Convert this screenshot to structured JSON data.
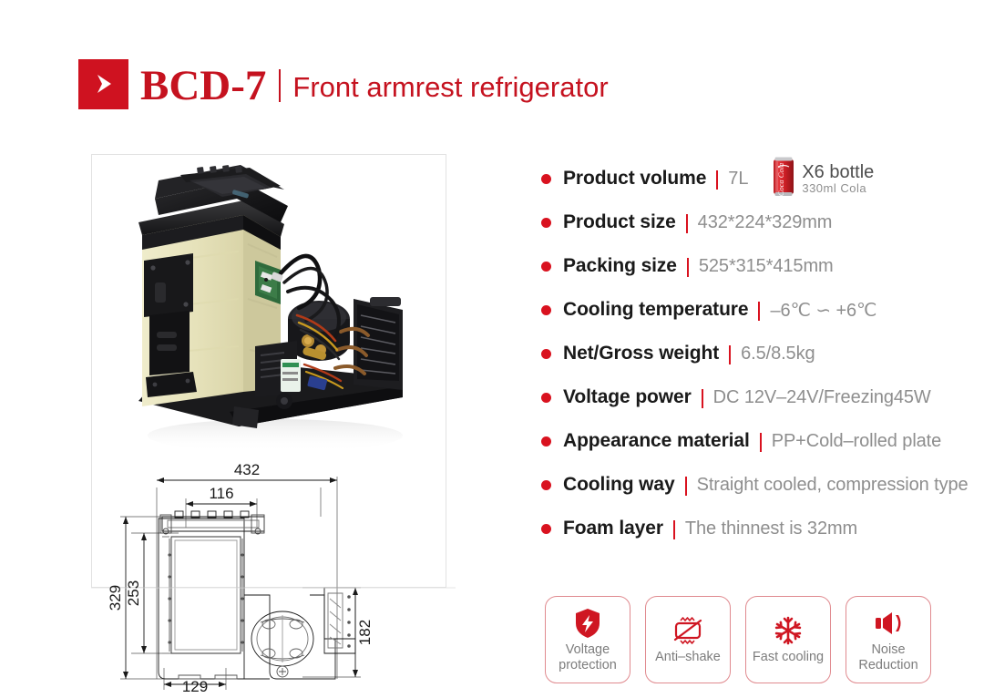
{
  "header": {
    "logo_icon": "arrow-right-chevron-icon",
    "model": "BCD-7",
    "separator": "|",
    "title": "Front armrest refrigerator",
    "brand_color": "#c5121f"
  },
  "product_image": {
    "alt": "Front armrest refrigerator unit with compressor and condenser"
  },
  "tech_drawing": {
    "dimensions": {
      "overall_width": "432",
      "top_width": "116",
      "overall_height": "329",
      "cabinet_height": "253",
      "base_width": "129",
      "right_height": "182"
    }
  },
  "specs": [
    {
      "label": "Product volume",
      "sep": "|",
      "value": "7L"
    },
    {
      "label": "Product size",
      "sep": "|",
      "value": "432*224*329mm"
    },
    {
      "label": "Packing size",
      "sep": "|",
      "value": "525*315*415mm"
    },
    {
      "label": "Cooling temperature",
      "sep": "|",
      "value": "–6℃ ∽ +6℃"
    },
    {
      "label": "Net/Gross weight",
      "sep": "|",
      "value": "6.5/8.5kg"
    },
    {
      "label": "Voltage power",
      "sep": "|",
      "value": "DC 12V–24V/Freezing45W"
    },
    {
      "label": "Appearance material",
      "sep": "|",
      "value": "PP+Cold–rolled plate"
    },
    {
      "label": "Cooling way",
      "sep": "|",
      "value": "Straight cooled, compression type"
    },
    {
      "label": "Foam layer",
      "sep": "|",
      "value": "The thinnest is 32mm"
    }
  ],
  "cola": {
    "icon": "cola-can-icon",
    "main": "X6 bottle",
    "sub": "330ml Cola"
  },
  "badges": [
    {
      "icon": "shield-lightning-icon",
      "line1": "Voltage",
      "line2": "protection"
    },
    {
      "icon": "anti-shake-icon",
      "line1": "Anti–shake",
      "line2": ""
    },
    {
      "icon": "snowflake-icon",
      "line1": "Fast cooling",
      "line2": ""
    },
    {
      "icon": "speaker-noise-icon",
      "line1": "Noise",
      "line2": "Reduction"
    }
  ]
}
